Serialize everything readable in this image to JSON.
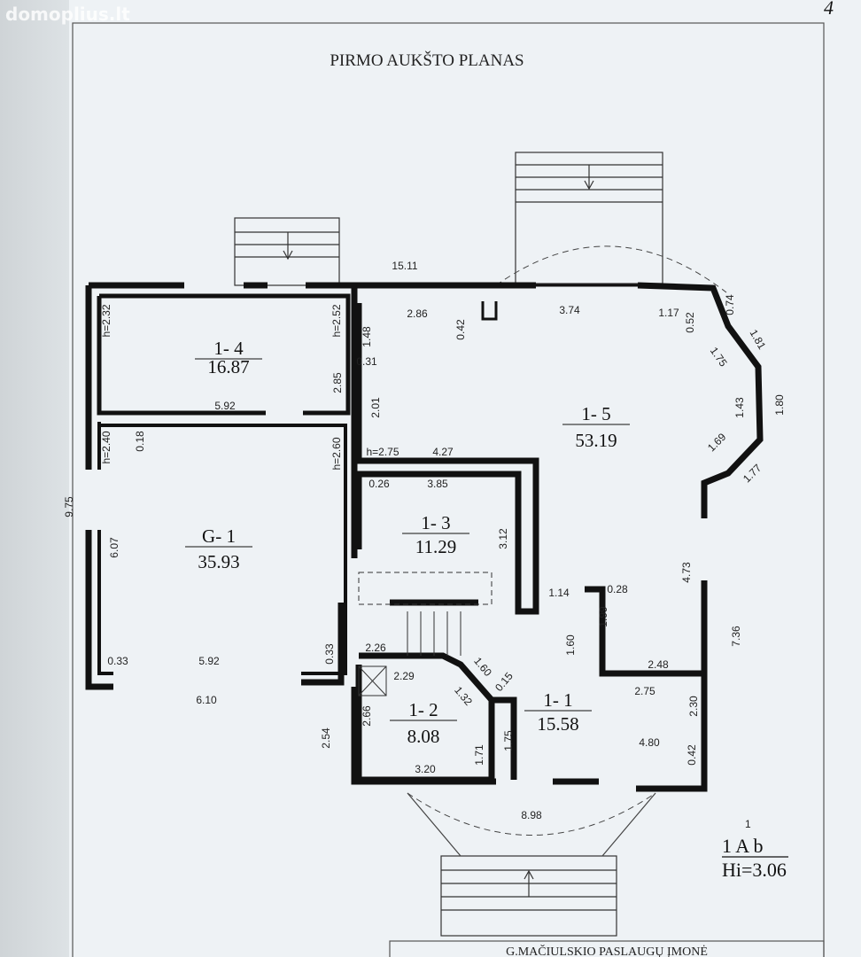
{
  "watermark": "domoplius.lt",
  "page_number": "4",
  "title": "PIRMO AUKŠTO PLANAS",
  "rooms": [
    {
      "id": "1- 4",
      "area": "16.87"
    },
    {
      "id": "G- 1",
      "area": "35.93"
    },
    {
      "id": "1- 5",
      "area": "53.19"
    },
    {
      "id": "1- 3",
      "area": "11.29"
    },
    {
      "id": "1- 2",
      "area": "8.08"
    },
    {
      "id": "1- 1",
      "area": "15.58"
    }
  ],
  "dimensions": [
    "15.11",
    "h=2.32",
    "h=2.52",
    "2.85",
    "5.92",
    "0.18",
    "h=2.40",
    "h=2.60",
    "9.75",
    "6.07",
    "0.33",
    "5.92",
    "0.33",
    "6.10",
    "2.54",
    "1.48",
    "0.31",
    "2.86",
    "0.42",
    "3.74",
    "1.17",
    "0.52",
    "0.74",
    "1.81",
    "1.75",
    "1.43",
    "1.80",
    "2.01",
    "h=2.75",
    "4.27",
    "1.69",
    "1.77",
    "0.26",
    "3.85",
    "3.12",
    "1.14",
    "0.28",
    "1.99",
    "4.73",
    "7.36",
    "1.60",
    "2.48",
    "2.75",
    "2.30",
    "4.80",
    "0.42",
    "2.26",
    "2.29",
    "1.60",
    "1.32",
    "0.15",
    "2.66",
    "1.71",
    "1.75",
    "3.20",
    "8.98"
  ],
  "legend": {
    "code": "1 A b",
    "superscript": "1",
    "height": "Hi=3.06"
  },
  "footer": "G.MAČIULSKIO PASLAUGŲ ĮMONĖ"
}
